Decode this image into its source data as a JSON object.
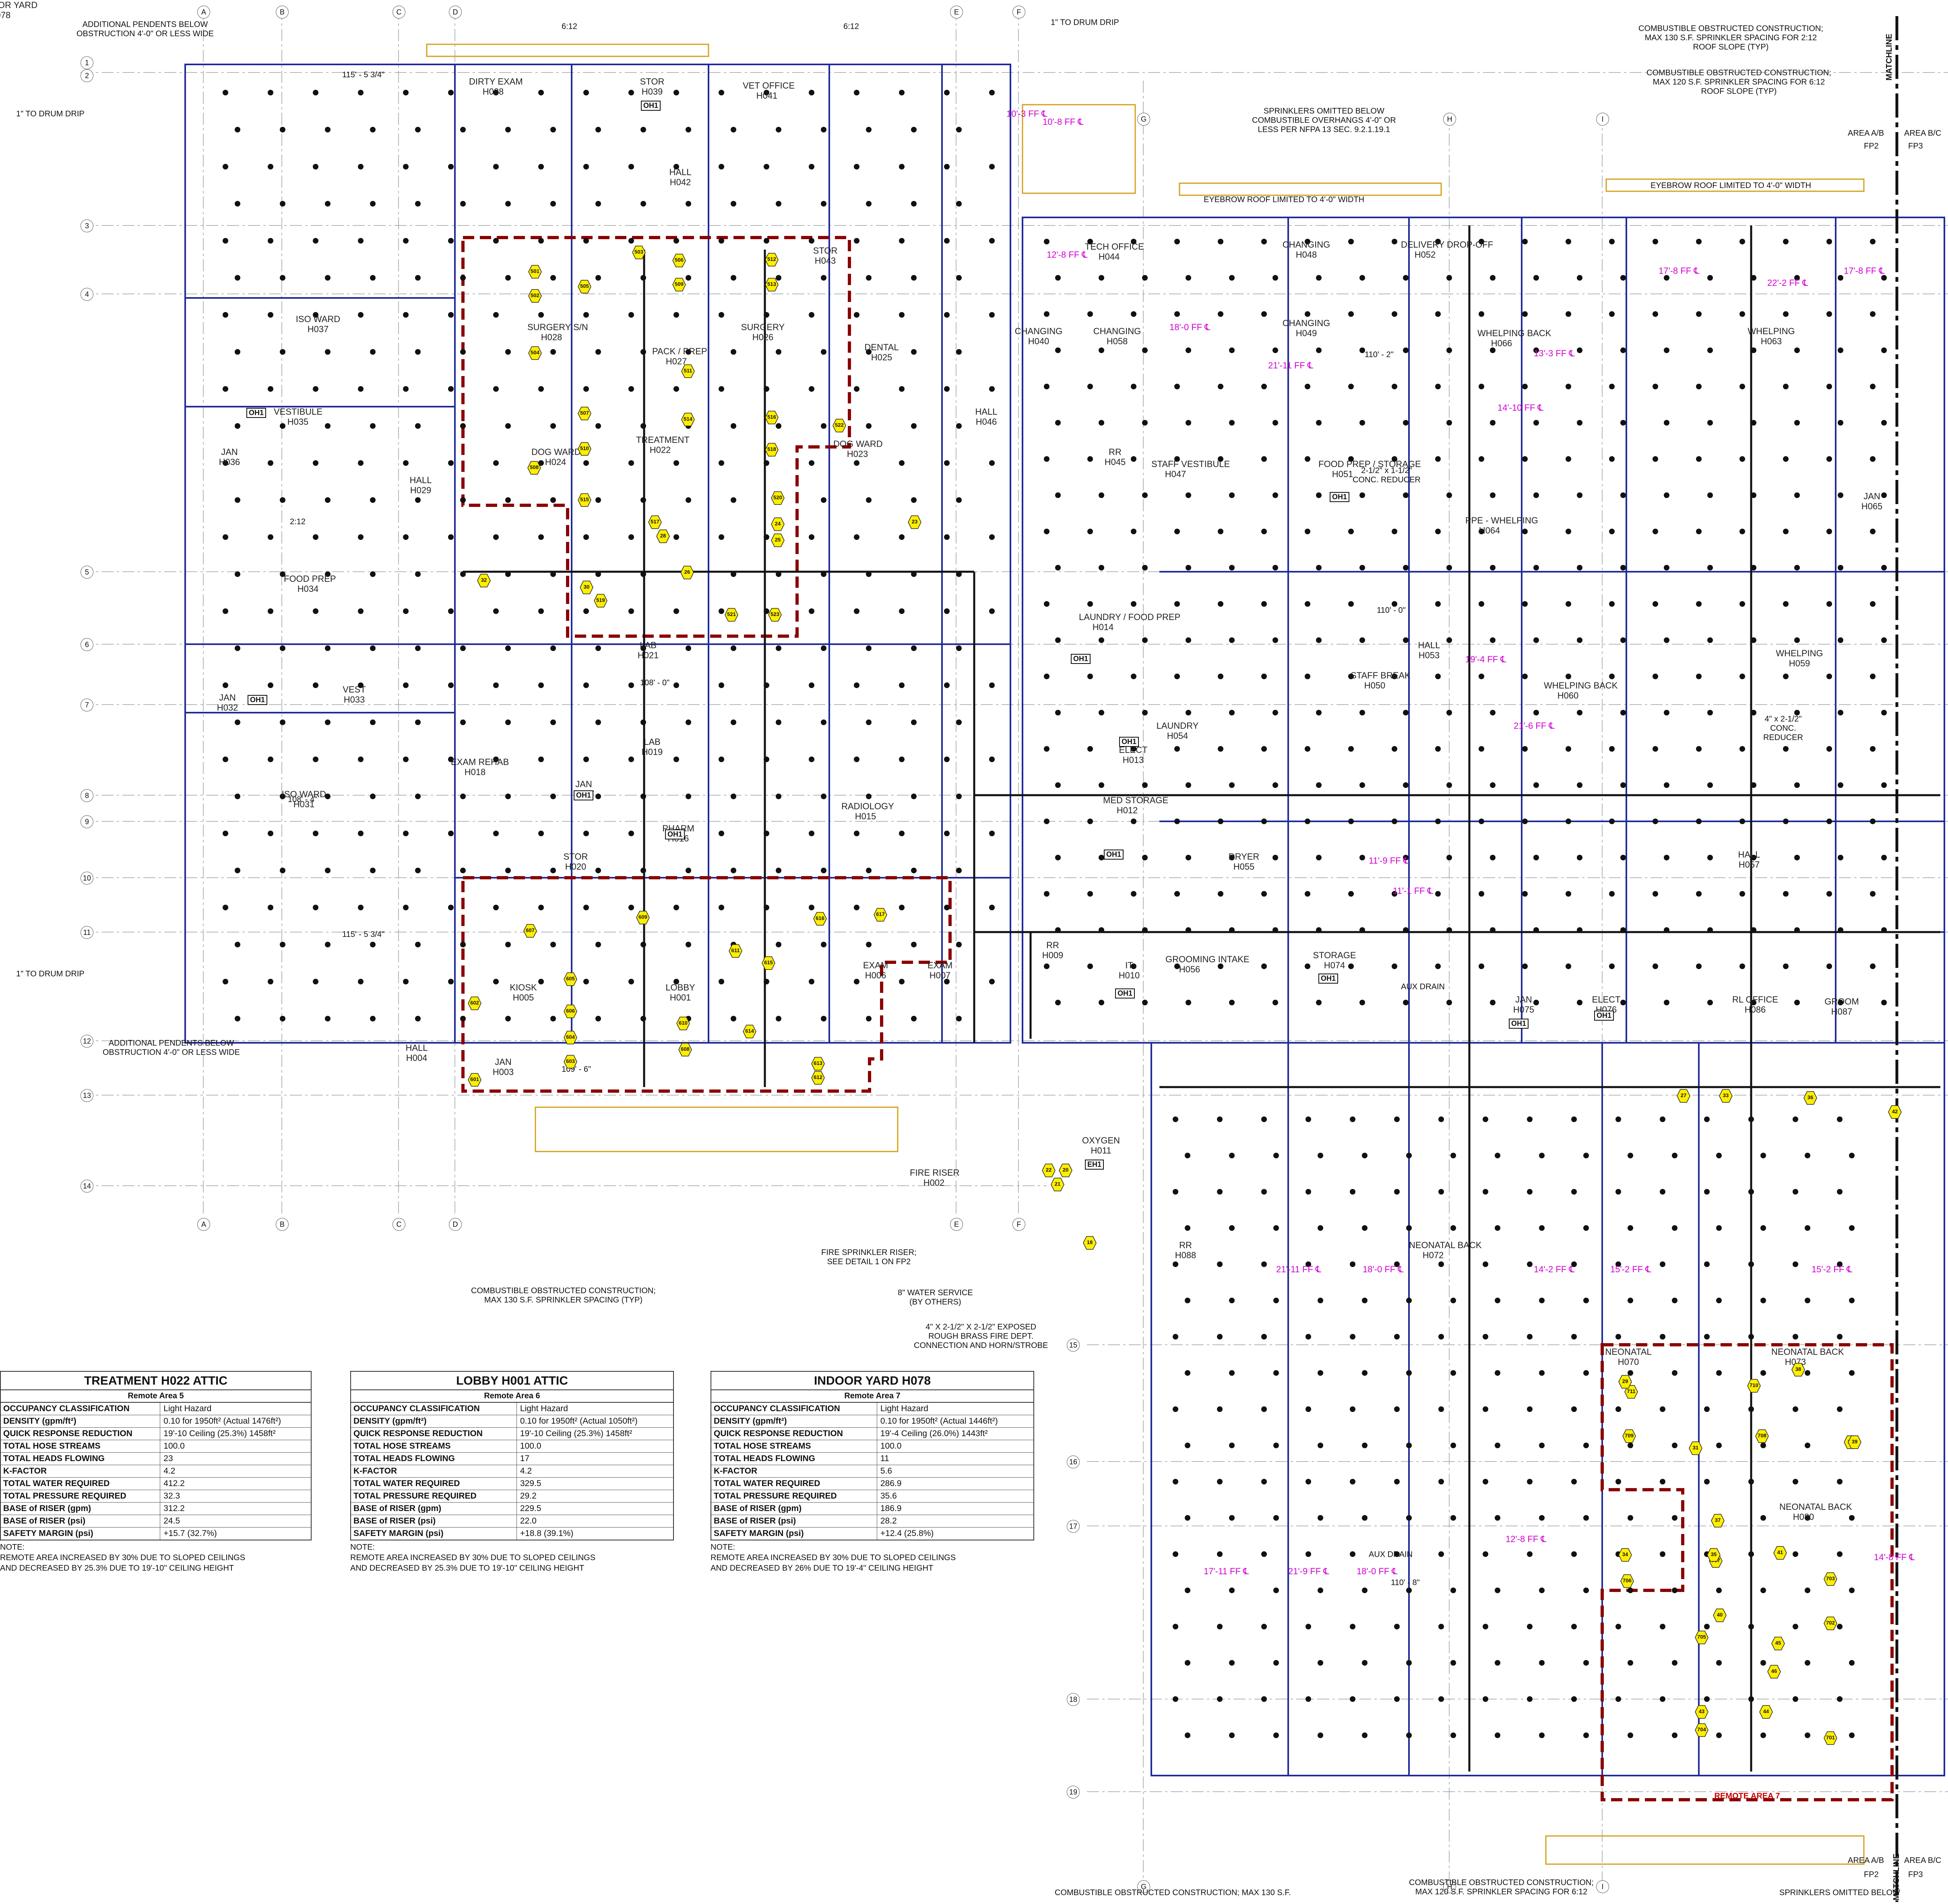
{
  "notes": {
    "additional_pendents_top": "ADDITIONAL PENDENTS BELOW\nOBSTRUCTION 4'-0\" OR LESS WIDE",
    "additional_pendents_bottom": "ADDITIONAL PENDENTS BELOW\nOBSTRUCTION 4'-0\" OR LESS WIDE",
    "drum_drip_top_left": "1\" TO DRUM DRIP",
    "drum_drip_bottom_left": "1\" TO DRUM DRIP",
    "drum_drip_top_center": "1\" TO DRUM DRIP",
    "sprinklers_omitted": "SPRINKLERS OMITTED BELOW\nCOMBUSTIBLE OVERHANGS 4'-0\" OR\nLESS PER NFPA 13 SEC. 9.2.1.19.1",
    "eyebrow_left": "EYEBROW ROOF LIMITED TO 4'-0\" WIDTH",
    "eyebrow_right": "EYEBROW ROOF LIMITED TO 4'-0\" WIDTH",
    "obstructed_212": "COMBUSTIBLE OBSTRUCTED CONSTRUCTION;\nMAX 130 S.F. SPRINKLER SPACING FOR 2:12\nROOF SLOPE (TYP)",
    "obstructed_612": "COMBUSTIBLE OBSTRUCTED CONSTRUCTION;\nMAX 120 S.F. SPRINKLER SPACING FOR 6:12\nROOF SLOPE (TYP)",
    "obstructed_typ": "COMBUSTIBLE OBSTRUCTED CONSTRUCTION;\nMAX 130 S.F. SPRINKLER SPACING (TYP)",
    "fire_sprinkler_riser": "FIRE SPRINKLER RISER;\nSEE DETAIL 1 ON FP2",
    "water_service": "8\" WATER SERVICE\n(BY OTHERS)",
    "fdc": "4\" X 2-1/2\" X 2-1/2\" EXPOSED\nROUGH BRASS FIRE DEPT.\nCONNECTION AND HORN/STROBE",
    "bottom_obstructed_130": "COMBUSTIBLE OBSTRUCTED CONSTRUCTION; MAX 130 S.F.",
    "bottom_obstructed_120": "COMBUSTIBLE OBSTRUCTED CONSTRUCTION;\nMAX 120 S.F. SPRINKLER SPACING FOR 6:12",
    "bottom_sprinklers_omitted": "SPRINKLERS OMITTED BELOW",
    "conc_reducer_1": "2-1/2\" x 1-1/2\"\nCONC. REDUCER",
    "conc_reducer_2": "4\" x 2-1/2\"\nCONC.\nREDUCER",
    "aux_drain_1": "AUX DRAIN",
    "aux_drain_2": "AUX DRAIN",
    "remote_area_7": "REMOTE AREA 7"
  },
  "matchline": {
    "label": "MATCHLINE",
    "area_top_left": "AREA A/B",
    "area_top_right": "AREA B/C",
    "fp_top_left": "FP2",
    "fp_top_right": "FP3",
    "area_bottom_left": "AREA A/B",
    "area_bottom_right": "AREA B/C",
    "fp_bottom_left": "FP2",
    "fp_bottom_right": "FP3"
  },
  "grid": {
    "columns": [
      "A",
      "B",
      "C",
      "D",
      "E",
      "F",
      "G",
      "H",
      "I"
    ],
    "rows": [
      "1",
      "2",
      "3",
      "4",
      "5",
      "6",
      "7",
      "8",
      "9",
      "10",
      "11",
      "12",
      "13",
      "14",
      "15",
      "16",
      "17",
      "18",
      "19"
    ]
  },
  "rooms": [
    {
      "name": "DIRTY EXAM",
      "num": "H038"
    },
    {
      "name": "STOR",
      "num": "H039"
    },
    {
      "name": "VET OFFICE",
      "num": "H041"
    },
    {
      "name": "HALL",
      "num": "H042"
    },
    {
      "name": "STOR",
      "num": "H043"
    },
    {
      "name": "ISO WARD",
      "num": "H037"
    },
    {
      "name": "SURGERY S/N",
      "num": "H028"
    },
    {
      "name": "PACK / PREP",
      "num": "H027"
    },
    {
      "name": "SURGERY",
      "num": "H026"
    },
    {
      "name": "DENTAL",
      "num": "H025"
    },
    {
      "name": "JAN",
      "num": "H036"
    },
    {
      "name": "VESTIBULE",
      "num": "H035"
    },
    {
      "name": "DOG WARD",
      "num": "H024"
    },
    {
      "name": "TREATMENT",
      "num": "H022"
    },
    {
      "name": "DOG WARD",
      "num": "H023"
    },
    {
      "name": "HALL",
      "num": "H029"
    },
    {
      "name": "FOOD PREP",
      "num": "H034"
    },
    {
      "name": "LAB",
      "num": "H021"
    },
    {
      "name": "JAN",
      "num": "H032"
    },
    {
      "name": "VEST",
      "num": "H033"
    },
    {
      "name": "LAB",
      "num": "H019"
    },
    {
      "name": "ISO WARD",
      "num": "H031"
    },
    {
      "name": "EXAM REHAB",
      "num": "H018"
    },
    {
      "name": "JAN",
      "num": "H017"
    },
    {
      "name": "RADIOLOGY",
      "num": "H015"
    },
    {
      "name": "STOR",
      "num": "H020"
    },
    {
      "name": "PHARM",
      "num": "H016"
    },
    {
      "name": "LOBBY",
      "num": "H001"
    },
    {
      "name": "EXAM",
      "num": "H006"
    },
    {
      "name": "EXAM",
      "num": "H007"
    },
    {
      "name": "KIOSK",
      "num": "H005"
    },
    {
      "name": "JAN",
      "num": "H003"
    },
    {
      "name": "HALL",
      "num": "H004"
    },
    {
      "name": "FIRE RISER",
      "num": "H002"
    },
    {
      "name": "OXYGEN",
      "num": "H011"
    },
    {
      "name": "TECH OFFICE",
      "num": "H044"
    },
    {
      "name": "CHANGING",
      "num": "H040"
    },
    {
      "name": "CHANGING",
      "num": "H058"
    },
    {
      "name": "HALL",
      "num": "H046"
    },
    {
      "name": "RR",
      "num": "H045"
    },
    {
      "name": "STAFF VESTIBULE",
      "num": "H047"
    },
    {
      "name": "CHANGING",
      "num": "H048"
    },
    {
      "name": "CHANGING",
      "num": "H049"
    },
    {
      "name": "DELIVERY DROP-OFF",
      "num": "H052"
    },
    {
      "name": "FOOD PREP / STORAGE",
      "num": "H051"
    },
    {
      "name": "WHELPING BACK",
      "num": "H066"
    },
    {
      "name": "PPE - WHELPING",
      "num": "H064"
    },
    {
      "name": "WHELPING",
      "num": "H063"
    },
    {
      "name": "JAN",
      "num": "H065"
    },
    {
      "name": "LAUNDRY / FOOD PREP",
      "num": "H014"
    },
    {
      "name": "HALL",
      "num": "H053"
    },
    {
      "name": "STAFF BREAK",
      "num": "H050"
    },
    {
      "name": "WHELPING BACK",
      "num": "H060"
    },
    {
      "name": "WHELPING",
      "num": "H059"
    },
    {
      "name": "LAUNDRY",
      "num": "H054"
    },
    {
      "name": "ELECT",
      "num": "H013"
    },
    {
      "name": "MED STORAGE",
      "num": "H012"
    },
    {
      "name": "DRYER",
      "num": "H055"
    },
    {
      "name": "HALL",
      "num": "H057"
    },
    {
      "name": "RR",
      "num": "H009"
    },
    {
      "name": "IT",
      "num": "H010"
    },
    {
      "name": "GROOMING INTAKE",
      "num": "H056"
    },
    {
      "name": "STORAGE",
      "num": "H074"
    },
    {
      "name": "JAN",
      "num": "H075"
    },
    {
      "name": "ELECT",
      "num": "H076"
    },
    {
      "name": "RL OFFICE",
      "num": "H086"
    },
    {
      "name": "GROOM",
      "num": "H087"
    },
    {
      "name": "RR",
      "num": "H088"
    },
    {
      "name": "NEONATAL BACK",
      "num": "H072"
    },
    {
      "name": "NEONATAL",
      "num": "H070"
    },
    {
      "name": "NEONATAL BACK",
      "num": "H073"
    },
    {
      "name": "NEONATAL BACK",
      "num": "H080"
    },
    {
      "name": "INDOOR YARD",
      "num": "H078"
    }
  ],
  "tables": [
    {
      "title": "TREATMENT H022 ATTIC",
      "subtitle": "Remote Area 5",
      "rows": [
        [
          "OCCUPANCY CLASSIFICATION",
          "Light Hazard"
        ],
        [
          "DENSITY (gpm/ft²)",
          "0.10 for 1950ft² (Actual 1476ft²)"
        ],
        [
          "QUICK RESPONSE REDUCTION",
          "19'-10 Ceiling (25.3%) 1458ft²"
        ],
        [
          "TOTAL HOSE STREAMS",
          "100.0"
        ],
        [
          "TOTAL HEADS FLOWING",
          "23"
        ],
        [
          "K-FACTOR",
          "4.2"
        ],
        [
          "TOTAL WATER REQUIRED",
          "412.2"
        ],
        [
          "TOTAL PRESSURE REQUIRED",
          "32.3"
        ],
        [
          "BASE of RISER (gpm)",
          "312.2"
        ],
        [
          "BASE of RISER (psi)",
          "24.5"
        ],
        [
          "SAFETY MARGIN (psi)",
          "+15.7 (32.7%)"
        ]
      ],
      "note": "NOTE:\nREMOTE AREA INCREASED BY 30% DUE TO SLOPED CEILINGS\nAND DECREASED BY 25.3% DUE TO 19'-10\" CEILING HEIGHT"
    },
    {
      "title": "LOBBY H001 ATTIC",
      "subtitle": "Remote Area 6",
      "rows": [
        [
          "OCCUPANCY CLASSIFICATION",
          "Light Hazard"
        ],
        [
          "DENSITY (gpm/ft²)",
          "0.10 for 1950ft² (Actual 1050ft²)"
        ],
        [
          "QUICK RESPONSE REDUCTION",
          "19'-10 Ceiling (25.3%) 1458ft²"
        ],
        [
          "TOTAL HOSE STREAMS",
          "100.0"
        ],
        [
          "TOTAL HEADS FLOWING",
          "17"
        ],
        [
          "K-FACTOR",
          "4.2"
        ],
        [
          "TOTAL WATER REQUIRED",
          "329.5"
        ],
        [
          "TOTAL PRESSURE REQUIRED",
          "29.2"
        ],
        [
          "BASE of RISER (gpm)",
          "229.5"
        ],
        [
          "BASE of RISER (psi)",
          "22.0"
        ],
        [
          "SAFETY MARGIN (psi)",
          "+18.8 (39.1%)"
        ]
      ],
      "note": "NOTE:\nREMOTE AREA INCREASED BY 30% DUE TO SLOPED CEILINGS\nAND DECREASED BY 25.3% DUE TO 19'-10\" CEILING HEIGHT"
    },
    {
      "title": "INDOOR YARD H078",
      "subtitle": "Remote Area 7",
      "rows": [
        [
          "OCCUPANCY CLASSIFICATION",
          "Light Hazard"
        ],
        [
          "DENSITY (gpm/ft²)",
          "0.10 for 1950ft² (Actual 1446ft²)"
        ],
        [
          "QUICK RESPONSE REDUCTION",
          "19'-4 Ceiling (26.0%) 1443ft²"
        ],
        [
          "TOTAL HOSE STREAMS",
          "100.0"
        ],
        [
          "TOTAL HEADS FLOWING",
          "11"
        ],
        [
          "K-FACTOR",
          "5.6"
        ],
        [
          "TOTAL WATER REQUIRED",
          "286.9"
        ],
        [
          "TOTAL PRESSURE REQUIRED",
          "35.6"
        ],
        [
          "BASE of RISER (gpm)",
          "186.9"
        ],
        [
          "BASE of RISER (psi)",
          "28.2"
        ],
        [
          "SAFETY MARGIN (psi)",
          "+12.4 (25.8%)"
        ]
      ],
      "note": "NOTE:\nREMOTE AREA INCREASED BY 30% DUE TO SLOPED CEILINGS\nAND DECREASED BY 26% DUE TO 19'-4\" CEILING HEIGHT"
    }
  ],
  "ceiling_heights": [
    "10'-3 FF",
    "10'-8 FF",
    "12'-8 FF",
    "17'-8 FF",
    "22'-2 FF",
    "17'-8 FF",
    "18'-0 FF",
    "21'-11 FF",
    "13'-3 FF",
    "14'-10 FF",
    "11'-1 FF",
    "19'-4 FF",
    "21'-6 FF",
    "11'-9 FF",
    "18'-0 FF",
    "21'-11 FF",
    "14'-2 FF",
    "15'-2 FF",
    "15'-2 FF",
    "17'-11 FF",
    "21'-9 FF",
    "18'-0 FF",
    "12'-8 FF",
    "14'-8 FF"
  ],
  "sprinkler_tags": {
    "remote5": [
      "501",
      "502",
      "503",
      "504",
      "505",
      "506",
      "507",
      "508",
      "509",
      "510",
      "511",
      "512",
      "513",
      "514",
      "515",
      "516",
      "517",
      "518",
      "519",
      "520",
      "521",
      "522",
      "523"
    ],
    "remote6": [
      "601",
      "602",
      "603",
      "604",
      "605",
      "606",
      "607",
      "608",
      "609",
      "610",
      "611",
      "612",
      "613",
      "614",
      "615",
      "616",
      "617"
    ],
    "remote7": [
      "701",
      "702",
      "703",
      "704",
      "705",
      "706",
      "707",
      "708",
      "709",
      "710",
      "711"
    ],
    "nodes": [
      "18",
      "19",
      "20",
      "21",
      "22",
      "23",
      "24",
      "25",
      "26",
      "27",
      "28",
      "29",
      "30",
      "31",
      "32",
      "33",
      "34",
      "35",
      "36",
      "37",
      "38",
      "39",
      "40",
      "41",
      "42",
      "43",
      "44",
      "45",
      "46"
    ]
  },
  "oh_tags": [
    "OH1",
    "EH1"
  ],
  "dims": {
    "slope_612": "6:12",
    "slope_212": "2:12",
    "w_115_53": "115' - 5 3/4\"",
    "w_109_6": "109' - 6\"",
    "w_108_0": "108' - 0\"",
    "w_108_4": "108' - 4\"",
    "w_110_8": "110' - 8\"",
    "w_110_0": "110' - 0\"",
    "w_110_2": "110' - 2\""
  },
  "colors": {
    "pipe": "#111111",
    "remote_area": "#8b0000",
    "wall": "#1f2a9a",
    "structure": "#d4a017",
    "grid": "#9aa0a6",
    "callout_red": "#cc0000",
    "ceiling_magenta": "#d200d2",
    "sprinkler_tag": "#ffee00"
  }
}
